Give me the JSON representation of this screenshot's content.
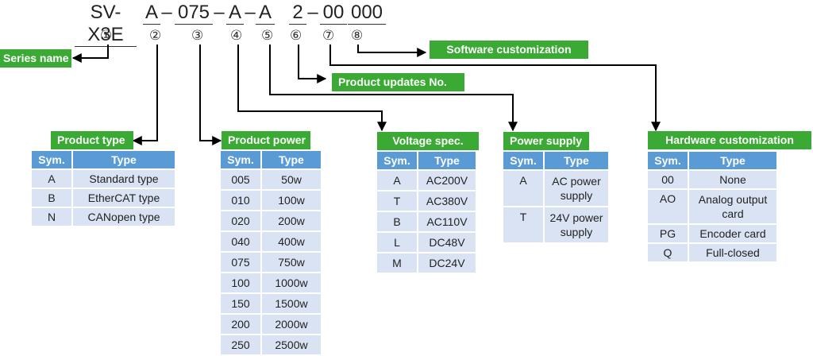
{
  "model_code": {
    "segments": [
      "SV-X3E",
      "A",
      "–",
      "075",
      "–",
      "A",
      "–",
      "A",
      "2",
      "–",
      "00",
      "000"
    ],
    "numbers": [
      "①",
      "②",
      "③",
      "④",
      "⑤",
      "⑥",
      "⑦",
      "⑧"
    ]
  },
  "labels": {
    "series_name": "Series name",
    "product_type": "Product type",
    "product_power": "Product power",
    "voltage_spec": "Voltage spec.",
    "power_supply": "Power supply",
    "product_updates": "Product updates No.",
    "hardware_custom": "Hardware customization",
    "software_custom": "Software customization"
  },
  "tables": {
    "product_type": {
      "headers": [
        "Sym.",
        "Type"
      ],
      "rows": [
        [
          "A",
          "Standard type"
        ],
        [
          "B",
          "EtherCAT type"
        ],
        [
          "N",
          "CANopen type"
        ]
      ]
    },
    "product_power": {
      "headers": [
        "Sym.",
        "Type"
      ],
      "rows": [
        [
          "005",
          "50w"
        ],
        [
          "010",
          "100w"
        ],
        [
          "020",
          "200w"
        ],
        [
          "040",
          "400w"
        ],
        [
          "075",
          "750w"
        ],
        [
          "100",
          "1000w"
        ],
        [
          "150",
          "1500w"
        ],
        [
          "200",
          "2000w"
        ],
        [
          "250",
          "2500w"
        ]
      ]
    },
    "voltage_spec": {
      "headers": [
        "Sym.",
        "Type"
      ],
      "rows": [
        [
          "A",
          "AC200V"
        ],
        [
          "T",
          "AC380V"
        ],
        [
          "B",
          "AC110V"
        ],
        [
          "L",
          "DC48V"
        ],
        [
          "M",
          "DC24V"
        ]
      ]
    },
    "power_supply": {
      "headers": [
        "Sym.",
        "Type"
      ],
      "rows": [
        [
          "A",
          "AC power supply"
        ],
        [
          "T",
          "24V power supply"
        ]
      ]
    },
    "hardware_custom": {
      "headers": [
        "Sym.",
        "Type"
      ],
      "rows": [
        [
          "00",
          "None"
        ],
        [
          "AO",
          "Analog output card"
        ],
        [
          "PG",
          "Encoder card"
        ],
        [
          "Q",
          "Full-closed"
        ]
      ]
    }
  },
  "colors": {
    "label_green": "#3aaa35",
    "header_blue": "#5b9bd5",
    "row_light_blue": "#dae3f3",
    "connector": "#000000"
  }
}
